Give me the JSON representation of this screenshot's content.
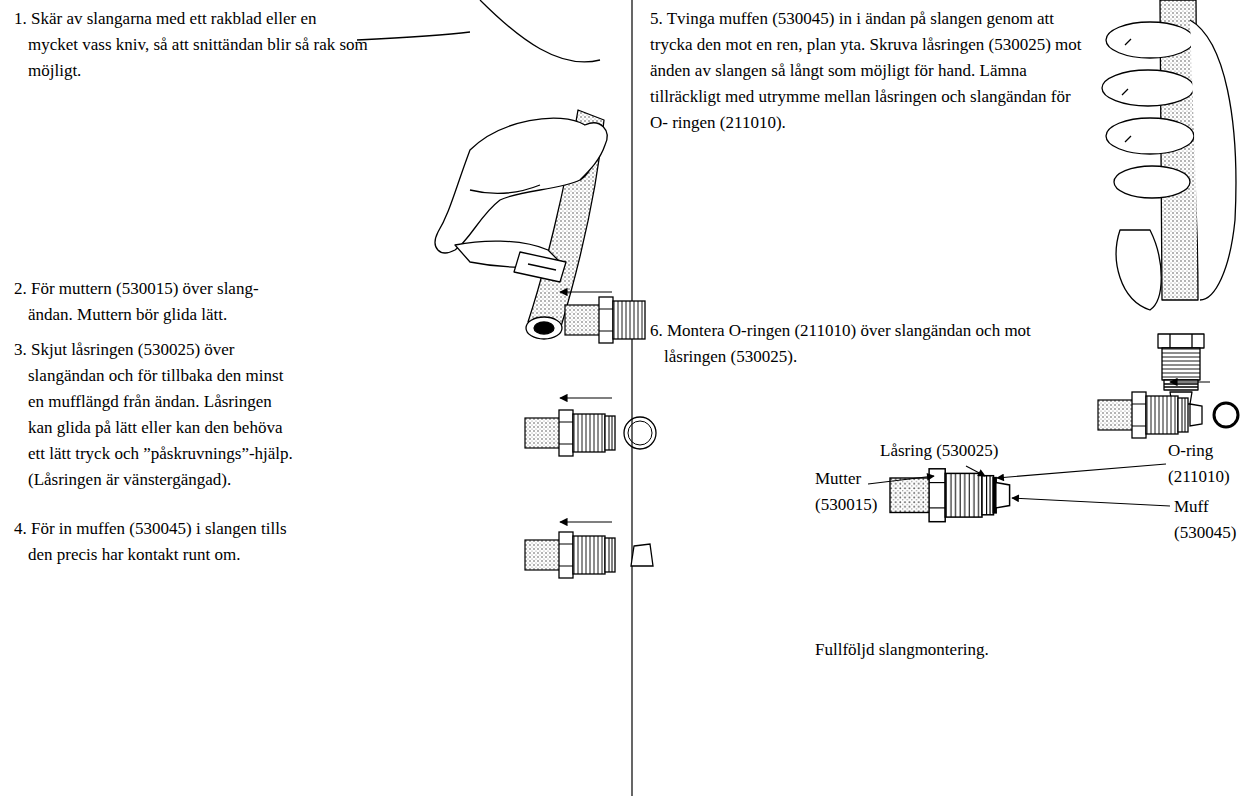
{
  "diagram": {
    "labels": [
      "1. Skär av slangarna med ett rakblad eller en mycket vass kniv, så att snittändan blir så rak som möjligt.",
      "2. För muttern (530015) över slang- ändan. Muttern bör glida lätt.",
      "3. Skjut låsringen (530025) över slangändan och för tillbaka den minst en mufflängd från ändan. Låsringen kan glida på lätt eller kan den behöva ett lätt tryck och ”påskruvnings”-hjälp. (Låsringen är vänstergängad).",
      "4. För in muffen (530045) i slangen tills den precis har kontakt runt om.",
      "5. Tvinga muffen (530045) in i ändan på slangen genom att trycka den mot en ren, plan yta. Skruva låsringen (530025) mot änden av slangen så långt som möjligt för hand. Lämna tillräckligt med utrymme mellan låsringen och slangändan för O- ringen (211010).",
      "6. Montera O-ringen (211010) över slangändan och mot låsringen (530025).",
      "Låsring (530025)",
      "Mutter (530015)",
      "O-ring (211010)",
      "Muff (530045)",
      "Fullföljd slangmontering."
    ]
  }
}
